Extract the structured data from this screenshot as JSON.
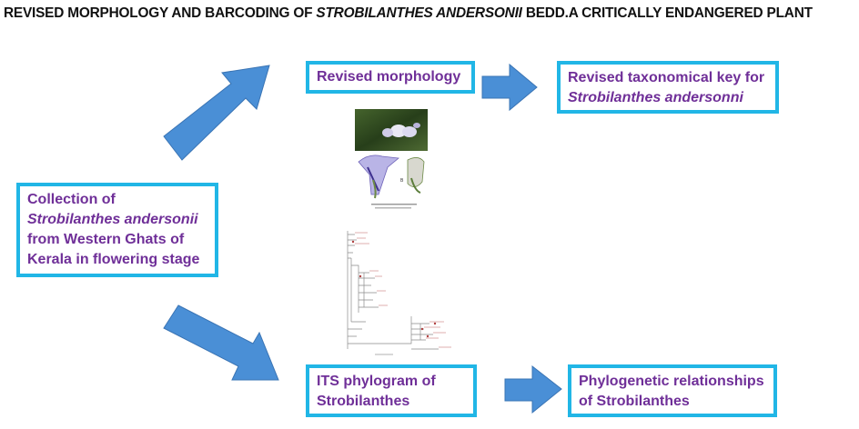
{
  "title": {
    "part1": "REVISED MORPHOLOGY AND BARCODING OF ",
    "italic": "STROBILANTHES ANDERSONII",
    "part2": " BEDD.A CRITICALLY ENDANGERED PLANT"
  },
  "boxes": {
    "collection": {
      "line1": "Collection of",
      "line2_italic": "Strobilanthes andersonii",
      "line3": "from Western Ghats of",
      "line4": "Kerala in flowering stage"
    },
    "revised_morphology": {
      "text": "Revised morphology"
    },
    "taxonomical_key": {
      "line1": "Revised taxonomical key for",
      "line2_italic": "Strobilanthes andersonni"
    },
    "its_phylogram": {
      "line1": "ITS phylogram of",
      "line2": "Strobilanthes"
    },
    "phylogenetic": {
      "line1": "Phylogenetic relationships",
      "line2": "of Strobilanthes"
    }
  },
  "figures": {
    "plant_photo_label": "B"
  },
  "colors": {
    "box_border": "#21b6e6",
    "box_text": "#6f2f98",
    "arrow_fill": "#4a8fd6",
    "arrow_stroke": "#3a74b4"
  }
}
